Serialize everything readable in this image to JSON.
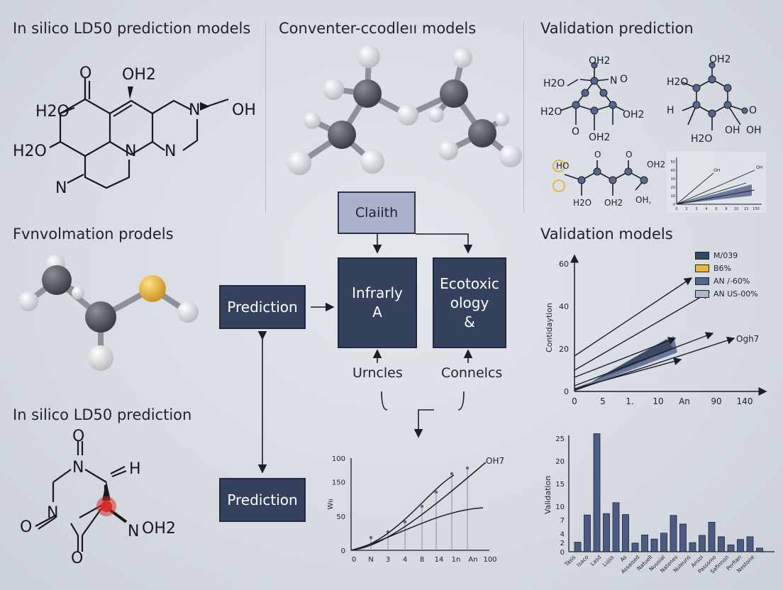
{
  "headings": {
    "top_left": "In silico LD50 prediction models",
    "top_center": "Conventer-ccodleıı models",
    "top_right": "Validation prediction",
    "mid_left": "Fvnvolmation prodels",
    "mid_right": "Validation models",
    "bottom_left": "In silico LD50 prediction"
  },
  "flow": {
    "claith": "Claiith",
    "prediction_top": "Prediction",
    "prediction_bottom": "Prediction",
    "infrarly_line1": "Infrarly",
    "infrarly_line2": "A",
    "ecotox_line1": "Ecotoxic",
    "ecotox_line2": "ology",
    "ecotox_line3": "&",
    "urncles": "Urncles",
    "connelcs": "Connelcs"
  },
  "molecule1": {
    "labels": [
      "O",
      "OH2",
      "H2O",
      "N",
      "OH",
      "H2O",
      "N",
      "N"
    ]
  },
  "molecule2": {
    "labels": [
      "O",
      "N",
      "H",
      "N",
      "O",
      "O",
      "N",
      "OH2"
    ]
  },
  "validation_molecules": {
    "left": [
      "OH2",
      "H2O",
      "N",
      "O",
      "H2O",
      "OH2",
      "O",
      "OH2"
    ],
    "right": [
      "OH2",
      "H2O",
      "H",
      "O",
      "OH",
      "H2O",
      "OH"
    ],
    "chain": [
      "HO",
      "O",
      "O",
      "OH2",
      "H2O",
      "OH2",
      "OH,"
    ]
  },
  "colors": {
    "box_fill": "#34425e",
    "claith_fill": "#a9b1cb",
    "bar_fill": "#4b5b82",
    "band_fill": "#56668f",
    "highlight_red": "#d92b2b",
    "sulfur_yellow": "#e5b73d"
  },
  "chart_data": [
    {
      "type": "line",
      "x_ticks": [
        "0",
        "5",
        "1.",
        "10",
        "An",
        "90",
        "140"
      ],
      "y_ticks": [
        "0",
        "20",
        "40",
        "60"
      ],
      "ylabel": "Contidaytion",
      "legend": [
        {
          "name": "M/039",
          "color": "#3a4660"
        },
        {
          "name": "B6%",
          "color": "#e5b73d"
        },
        {
          "name": "AN /-60%",
          "color": "#56668f"
        },
        {
          "name": "AN US-00%",
          "color": "#aeb6cc"
        }
      ],
      "annotation": "Ogh7"
    },
    {
      "type": "bar",
      "ylabel": "Validation",
      "y_ticks": [
        "0",
        "2",
        "4",
        "7",
        "10",
        "15",
        "20",
        "25"
      ],
      "categories": [
        "Tasis",
        "Isaco",
        "Lasd",
        "Lujss",
        "As",
        "Assaised",
        "Natuell",
        "Nuusial",
        "Natenes",
        "Nuleuns",
        "Ansol",
        "Passsmo",
        "Safinnon",
        "Perfiari",
        "Nestone"
      ],
      "values": [
        2.1,
        8.1,
        26,
        8.4,
        10.8,
        8.2,
        1.9,
        3.7,
        2.8,
        4.1,
        8.0,
        6.1,
        2.0,
        3.6,
        6.5,
        3.3,
        1.5,
        2.7,
        3.3,
        0.8
      ]
    },
    {
      "type": "line",
      "ylabel": "Wıı",
      "x_ticks": [
        "0",
        "N",
        "3",
        "4",
        "8",
        "14",
        "1n",
        "An",
        "100"
      ],
      "y_ticks": [
        "0",
        "50",
        "150",
        "100"
      ],
      "annotation": "OH7"
    },
    {
      "type": "line",
      "labels": [
        "OH",
        "OH"
      ],
      "x_ticks": [
        "0",
        "2",
        "3",
        "4",
        "6",
        "8",
        "10",
        "13",
        "130"
      ],
      "y_ticks": [
        "0",
        "10",
        "20",
        "30",
        "40",
        "50"
      ]
    }
  ]
}
